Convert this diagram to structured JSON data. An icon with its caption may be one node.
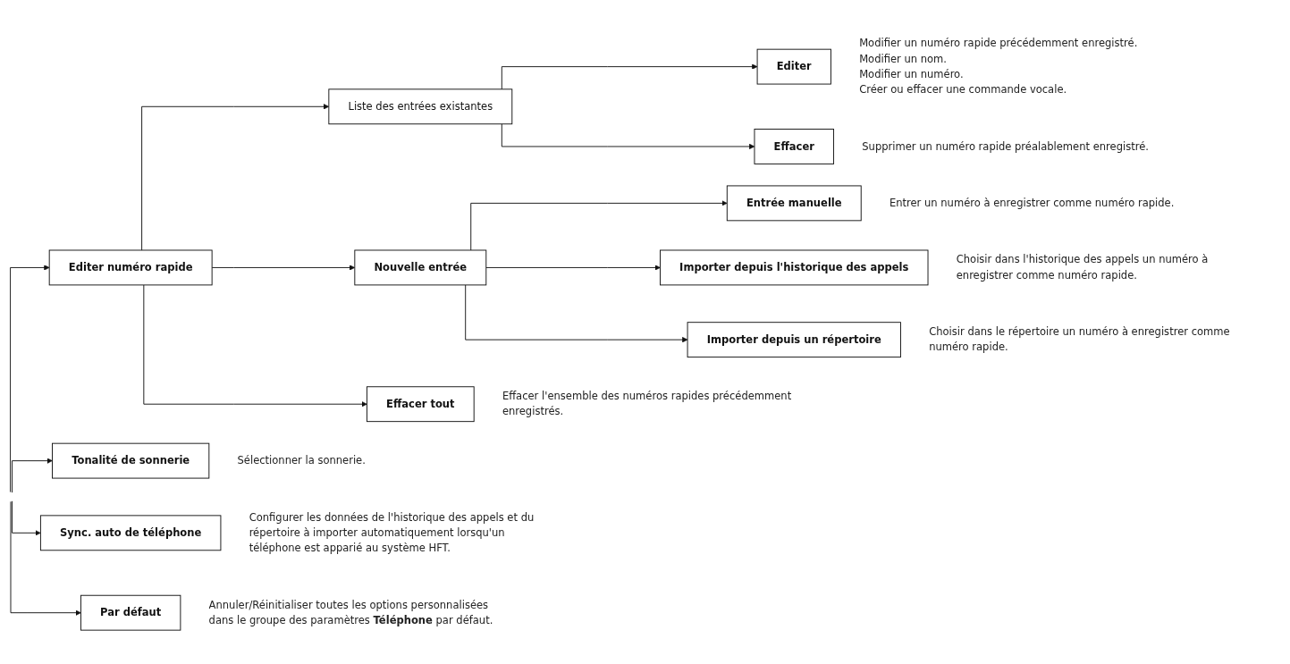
{
  "diagram": {
    "nodes": [
      {
        "text": [
          "Editer numéro rapide"
        ]
      },
      {
        "text": [
          "Liste des entrées existantes"
        ]
      },
      {
        "text": [
          "Editer"
        ],
        "beside": [
          "Modifier un numéro rapide précédemment enregistré.",
          "Modifier un nom.",
          "Modifier un numéro.",
          "Créer ou effacer une commande vocale."
        ]
      },
      {
        "text": [
          "Effacer"
        ],
        "beside": [
          "Supprimer un numéro rapide préalablement enregistré."
        ]
      },
      {
        "text": [
          "Nouvelle entrée"
        ]
      },
      {
        "text": [
          "Entrée manuelle"
        ],
        "beside": [
          "Entrer un numéro à enregistrer comme numéro rapide."
        ]
      },
      {
        "text": [
          "Importer depuis l'historique des appels"
        ],
        "beside": [
          "Choisir dans l'historique des appels un numéro à enregistrer comme numéro rapide."
        ]
      },
      {
        "text": [
          "Importer depuis un répertoire"
        ],
        "beside": [
          "Choisir dans le répertoire un numéro à enregistrer comme numéro rapide."
        ]
      },
      {
        "text": [
          "Effacer tout"
        ],
        "beside": [
          "Effacer l'ensemble des numéros rapides précédemment enregistrés."
        ]
      },
      {
        "text": [
          "Tonalité de sonnerie"
        ],
        "beside": [
          "Sélectionner la sonnerie."
        ]
      },
      {
        "text": [
          "Sync. auto de téléphone"
        ],
        "beside": [
          "Configurer les données de l'historique des appels et du répertoire à importer automatiquement lorsqu'un téléphone est apparié au système HFT."
        ]
      },
      {
        "text": [
          "Par défaut"
        ],
        "beside": [
          "Annuler/Réinitialiser toutes les options personnalisées dans le groupe des paramètres **Téléphone** par défaut."
        ]
      }
    ],
    "edges": [
      {
        "from": null,
        "to": 0,
        "arrow": "to"
      },
      {
        "from": 0,
        "to": 1,
        "arrow": "to"
      },
      {
        "from": 1,
        "to": 2,
        "arrow": "to"
      },
      {
        "from": 1,
        "to": 3,
        "arrow": "to"
      },
      {
        "from": 0,
        "to": 4,
        "arrow": "to"
      },
      {
        "from": 4,
        "to": 5,
        "arrow": "to"
      },
      {
        "from": 4,
        "to": 6,
        "arrow": "to"
      },
      {
        "from": 4,
        "to": 7,
        "arrow": "to"
      },
      {
        "from": 0,
        "to": 8,
        "arrow": "to"
      },
      {
        "from": null,
        "to": 9,
        "arrow": "to"
      },
      {
        "from": null,
        "to": 10,
        "arrow": "to"
      },
      {
        "from": null,
        "to": 11,
        "arrow": "to"
      }
    ]
  }
}
